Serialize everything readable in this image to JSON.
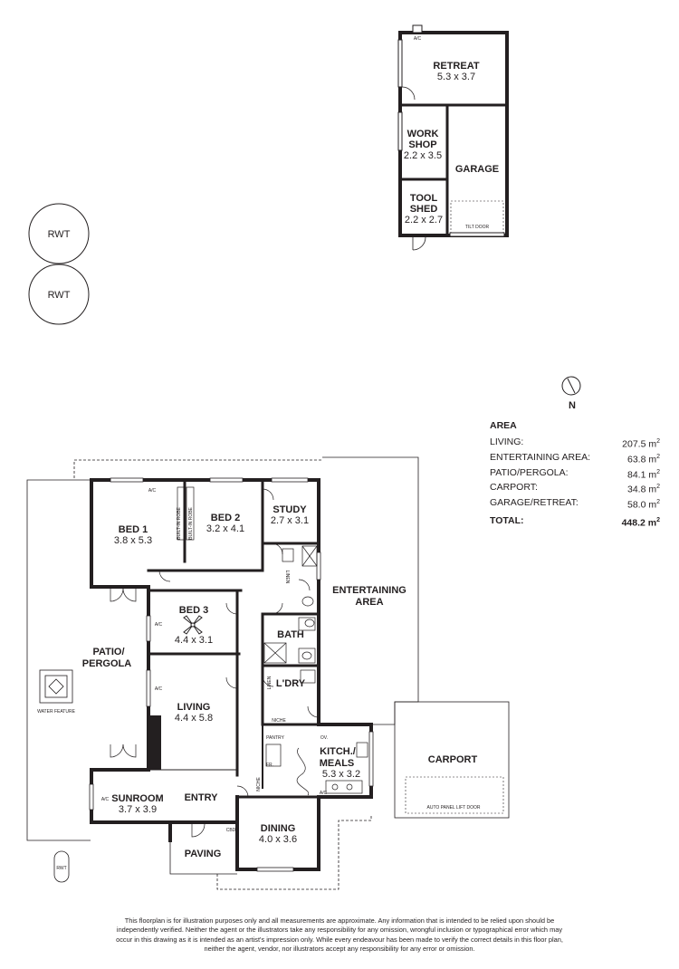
{
  "rooms": {
    "retreat": {
      "name": "RETREAT",
      "dims": "5.3 x 3.7"
    },
    "workshop": {
      "name1": "WORK",
      "name2": "SHOP",
      "dims": "2.2 x 3.5"
    },
    "garage": {
      "name": "GARAGE"
    },
    "toolshed": {
      "name1": "TOOL",
      "name2": "SHED",
      "dims": "2.2 x 2.7"
    },
    "bed1": {
      "name": "BED 1",
      "dims": "3.8 x 5.3"
    },
    "bed2": {
      "name": "BED 2",
      "dims": "3.2 x 4.1"
    },
    "study": {
      "name": "STUDY",
      "dims": "2.7 x 3.1"
    },
    "bed3": {
      "name": "BED 3",
      "dims": "4.4 x 3.1"
    },
    "patio": {
      "name1": "PATIO/",
      "name2": "PERGOLA"
    },
    "living": {
      "name": "LIVING",
      "dims": "4.4 x 5.8"
    },
    "entertaining": {
      "name1": "ENTERTAINING",
      "name2": "AREA"
    },
    "bath": {
      "name": "BATH"
    },
    "laundry": {
      "name": "L'DRY"
    },
    "kitchen": {
      "name1": "KITCH./",
      "name2": "MEALS",
      "dims": "5.3 x 3.2"
    },
    "carport": {
      "name": "CARPORT"
    },
    "sunroom": {
      "name": "SUNROOM",
      "dims": "3.7 x 3.9"
    },
    "entry": {
      "name": "ENTRY"
    },
    "dining": {
      "name": "DINING",
      "dims": "4.0 x 3.6"
    },
    "paving": {
      "name": "PAVING"
    }
  },
  "tanks": {
    "rwt1": "RWT",
    "rwt2": "RWT",
    "rwt3": "RWT"
  },
  "small_labels": {
    "ac": "A/C",
    "tilt_door": "TILT DOOR",
    "auto_door": "AUTO PANEL LIFT DOOR",
    "water_feature": "WATER FEATURE",
    "niche": "NICHE",
    "pantry": "PANTRY",
    "fr": "FR.",
    "linen": "LINEN",
    "ov": "OV.",
    "cbd": "CBD",
    "built_in_robe": "BUILT-IN ROBE"
  },
  "compass": {
    "label": "N"
  },
  "area": {
    "title": "AREA",
    "rows": [
      {
        "label": "LIVING:",
        "value": "207.5 m",
        "sup": "2"
      },
      {
        "label": "ENTERTAINING AREA:",
        "value": "63.8 m",
        "sup": "2"
      },
      {
        "label": "PATIO/PERGOLA:",
        "value": "84.1 m",
        "sup": "2"
      },
      {
        "label": "CARPORT:",
        "value": "34.8 m",
        "sup": "2"
      },
      {
        "label": "GARAGE/RETREAT:",
        "value": "58.0 m",
        "sup": "2"
      }
    ],
    "total": {
      "label": "TOTAL:",
      "value": "448.2 m",
      "sup": "2"
    }
  },
  "disclaimer": "This floorplan is for illustration purposes only and all measurements are approximate. Any information that is intended to be relied upon should be independently verified. Neither the agent or the illustrators take any responsibility for any omission, wrongful inclusion or typographical error which may occur in this drawing as it is intended as an artist's impression only. While every endeavour has been made to verify the correct details in this floor plan, neither the agent, vendor, nor illustrators accept any responsibility for any error or omission."
}
